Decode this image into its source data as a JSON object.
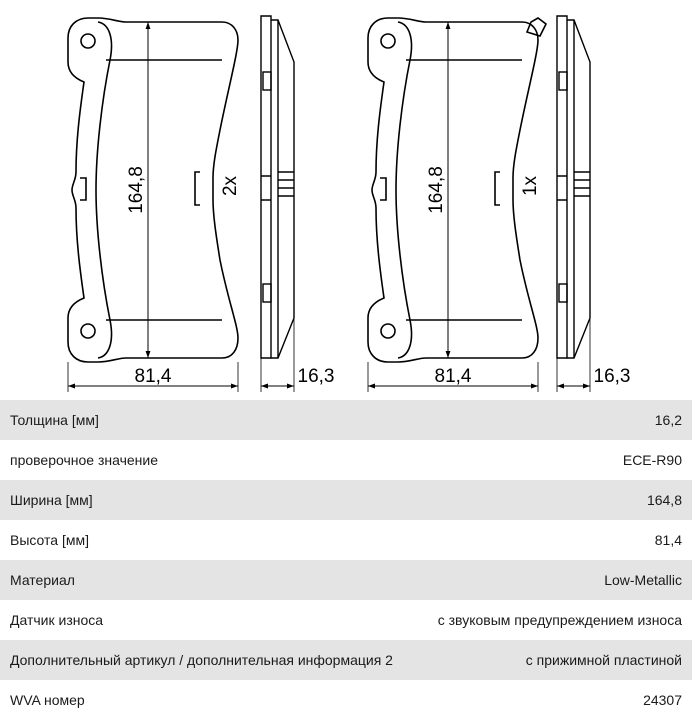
{
  "drawing": {
    "left_pad": {
      "height": "164,8",
      "width": "81,4",
      "quantity": "2x",
      "thickness": "16,3"
    },
    "right_pad": {
      "height": "164,8",
      "width": "81,4",
      "quantity": "1x",
      "thickness": "16,3"
    }
  },
  "specs": [
    {
      "label": "Толщина [мм]",
      "value": "16,2"
    },
    {
      "label": "проверочное значение",
      "value": "ECE-R90"
    },
    {
      "label": "Ширина [мм]",
      "value": "164,8"
    },
    {
      "label": "Высота [мм]",
      "value": "81,4"
    },
    {
      "label": "Материал",
      "value": "Low-Metallic"
    },
    {
      "label": "Датчик износа",
      "value": "с звуковым предупреждением износа"
    },
    {
      "label": "Дополнительный артикул / дополнительная информация 2",
      "value": "с прижимной пластиной"
    },
    {
      "label": "WVA номер",
      "value": "24307"
    }
  ]
}
